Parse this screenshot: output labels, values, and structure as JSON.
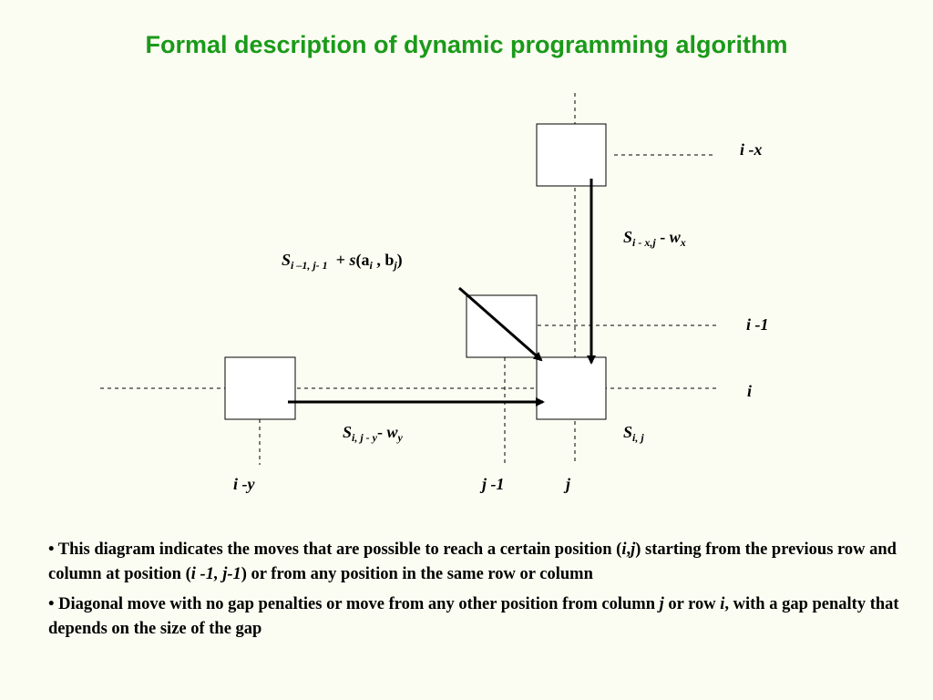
{
  "title": "Formal description of dynamic programming algorithm",
  "diagram": {
    "row_labels": {
      "i_minus_x": "i -x",
      "i_minus_1": "i -1",
      "i": "i"
    },
    "col_labels": {
      "i_minus_y": "i -y",
      "j_minus_1": "j -1",
      "j": "j"
    },
    "formulas": {
      "vertical": {
        "symbol": "S",
        "sub": "i - x,j",
        "op": " - ",
        "w": "w",
        "w_sub": "x"
      },
      "diagonal": {
        "symbol": "S",
        "sub": "i –1, j- 1",
        "plus": "  + ",
        "s": "s",
        "open": "(a",
        "a_sub": "i",
        "mid": " , b",
        "b_sub": "j",
        "close": ")"
      },
      "horizontal": {
        "symbol": "S",
        "sub": "i, j - y",
        "op": "- ",
        "w": "w",
        "w_sub": "y"
      },
      "target": {
        "symbol": "S",
        "sub": "i, j"
      }
    }
  },
  "bullets": [
    {
      "marker": "• ",
      "part1": "This diagram indicates the moves that are possible to reach a certain position (",
      "i": "i",
      "comma": ",",
      "j": "j",
      "part2": ") starting from the previous row and column at position (",
      "pos": "i -1, j-1",
      "part3": ") or from any position in the same row or column"
    },
    {
      "marker": "• ",
      "part1": "Diagonal move with no gap penalties or move from any other position from column ",
      "j": "j",
      "part2": " or row ",
      "i": "i",
      "part3": ", with a gap penalty that depends on the size of the gap"
    }
  ]
}
